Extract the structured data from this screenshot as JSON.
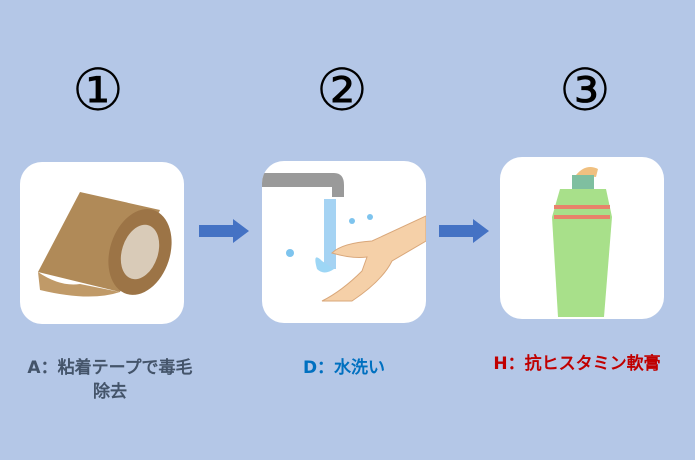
{
  "steps": [
    {
      "number": "①",
      "label": "A：粘着テープで毒毛除去",
      "label_line1": "A：粘着テープで毒毛",
      "label_line2": "除去",
      "color": "#44546a",
      "icon": "tape-roll-icon"
    },
    {
      "number": "②",
      "label": "D：水洗い",
      "color": "#0070c0",
      "icon": "hand-washing-icon"
    },
    {
      "number": "③",
      "label": "H：抗ヒスタミン軟膏",
      "color": "#c00000",
      "icon": "ointment-tube-icon"
    }
  ],
  "colors": {
    "background": "#b4c7e7",
    "arrow": "#4472c4"
  }
}
